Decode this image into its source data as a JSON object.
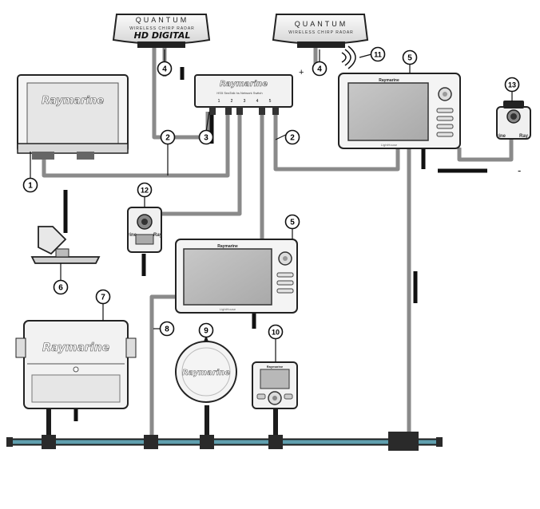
{
  "radar_hd": {
    "brand": "QUANTUM",
    "subtitle": "WIRELESS CHIRP RADAR",
    "model": "HD DIGITAL"
  },
  "radar_q": {
    "brand": "QUANTUM",
    "subtitle": "WIRELESS CHIRP RADAR"
  },
  "switch": {
    "brand": "Raymarine",
    "caption": "HS5 SeaTalk hs Network Switch",
    "ports": [
      "1",
      "2",
      "3",
      "4",
      "5"
    ]
  },
  "black_box": {
    "brand": "Raymarine"
  },
  "pilot_core": {
    "brand": "Raymarine"
  },
  "compass": {
    "brand": "Raymarine"
  },
  "display_top": {
    "brand": "Raymarine",
    "footer": "LightHouse"
  },
  "display_mid": {
    "brand": "Raymarine",
    "footer": "LightHouse"
  },
  "controller": {
    "brand": "Raymarine"
  },
  "camera_12": {
    "brand_left": "rine",
    "brand_right": "Ray"
  },
  "camera_13": {
    "brand_left": "rine",
    "brand_right": "Ray"
  },
  "power": {
    "plus": "+",
    "minus": "-"
  },
  "callouts": [
    {
      "id": "c1",
      "text": "1"
    },
    {
      "id": "c2a",
      "text": "2"
    },
    {
      "id": "c3",
      "text": "3"
    },
    {
      "id": "c2b",
      "text": "2"
    },
    {
      "id": "c4a",
      "text": "4"
    },
    {
      "id": "c4b",
      "text": "4"
    },
    {
      "id": "c11",
      "text": "11"
    },
    {
      "id": "c5a",
      "text": "5"
    },
    {
      "id": "c13",
      "text": "13"
    },
    {
      "id": "c12",
      "text": "12"
    },
    {
      "id": "c5b",
      "text": "5"
    },
    {
      "id": "c6",
      "text": "6"
    },
    {
      "id": "c7",
      "text": "7"
    },
    {
      "id": "c8",
      "text": "8"
    },
    {
      "id": "c9",
      "text": "9"
    },
    {
      "id": "c10",
      "text": "10"
    }
  ]
}
